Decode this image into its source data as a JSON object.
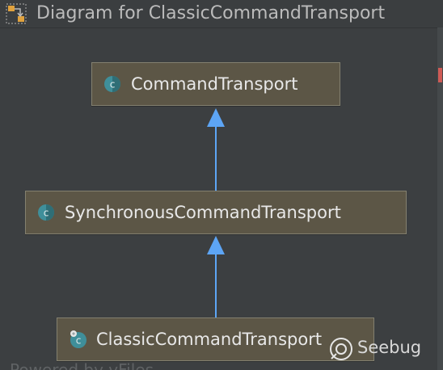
{
  "window": {
    "title": "Diagram for ClassicCommandTransport",
    "icon": "uml-diagram-icon"
  },
  "colors": {
    "background": "#3c3f41",
    "node_fill": "#5c5646",
    "node_border": "#83806f",
    "node_text": "#e8e8e8",
    "arrow": "#5da5f5",
    "class_icon_teal": "#3f8f9a"
  },
  "diagram": {
    "nodes": [
      {
        "id": "CommandTransport",
        "label": "CommandTransport",
        "icon": "abstract-class-icon"
      },
      {
        "id": "SynchronousCommandTransport",
        "label": "SynchronousCommandTransport",
        "icon": "abstract-class-icon"
      },
      {
        "id": "ClassicCommandTransport",
        "label": "ClassicCommandTransport",
        "icon": "class-icon"
      }
    ],
    "edges": [
      {
        "from": "SynchronousCommandTransport",
        "to": "CommandTransport",
        "type": "extends"
      },
      {
        "from": "ClassicCommandTransport",
        "to": "SynchronousCommandTransport",
        "type": "extends"
      }
    ]
  },
  "footer": {
    "powered_by": "Powered by yFiles"
  },
  "watermark": {
    "text": "Seebug",
    "icon": "seebug-logo-icon"
  }
}
